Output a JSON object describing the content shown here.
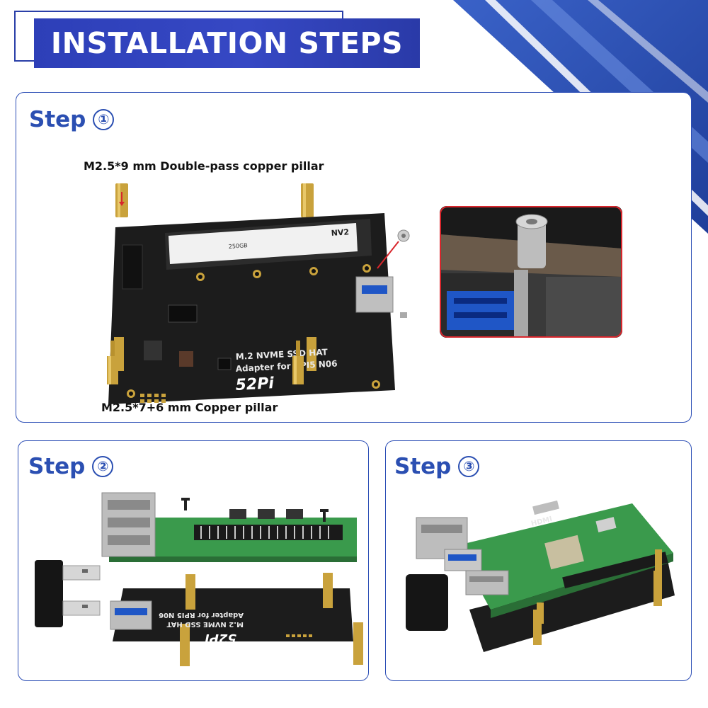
{
  "header": {
    "title": "INSTALLATION STEPS",
    "accent_color": "#2d3fb8"
  },
  "step1": {
    "label": "Step",
    "number": "①",
    "caption_top": "M2.5*9 mm Double-pass copper pillar",
    "caption_bottom": "M2.5*7+6 mm Copper pillar",
    "board_line1": "M.2 NVME SSD HAT",
    "board_line2": "Adapter for RPI5 N06",
    "board_logo": "52Pi",
    "ssd_label": "NV2",
    "ssd_capacity": "250GB"
  },
  "step2": {
    "label": "Step",
    "number": "②",
    "board_line1": "M.2 NVME SSD HAT",
    "board_line2": "Adapter for RPI5 N06",
    "board_logo": "52Pi"
  },
  "step3": {
    "label": "Step",
    "number": "③",
    "port_label": "HDMI"
  },
  "colors": {
    "panel_border": "#2b4db5",
    "step_blue": "#2b4fb2",
    "highlight_red": "#d8262c",
    "pcb_black": "#1c1c1c",
    "copper": "#c9a23c",
    "rpi_green": "#3a9a4c"
  }
}
